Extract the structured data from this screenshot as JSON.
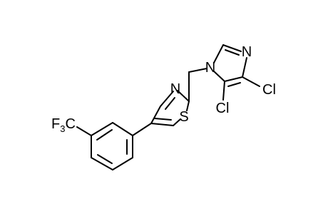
{
  "atoms": {
    "n_thiazole": "N",
    "s_thiazole": "S",
    "n_imid_top": "N",
    "n_imid_1": "N",
    "cl_4": "Cl",
    "cl_5": "Cl",
    "cf3_main": "F",
    "cf3_sub": "3",
    "cf3_tail": "C"
  },
  "colors": {
    "bond": "#000000",
    "text": "#000000",
    "background": "#ffffff"
  }
}
